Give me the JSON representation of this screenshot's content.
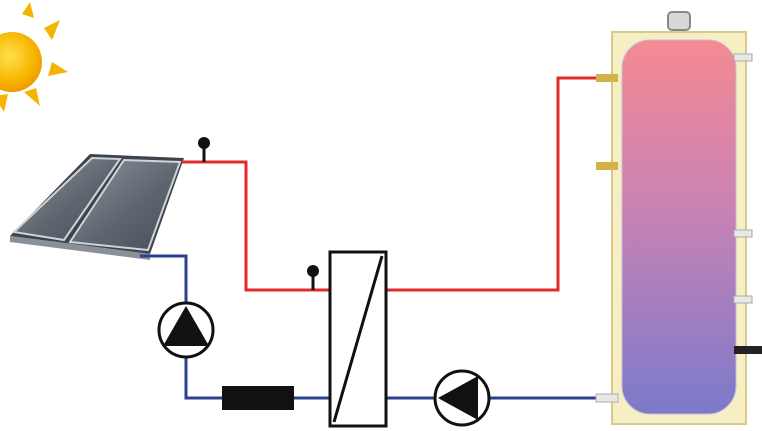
{
  "diagram": {
    "type": "solar-thermal-hot-water-schematic",
    "components": [
      {
        "id": "sun",
        "icon": "sun-icon"
      },
      {
        "id": "collector",
        "icon": "solar-collector-icon",
        "panels": 2
      },
      {
        "id": "vent-collector",
        "icon": "air-vent-icon"
      },
      {
        "id": "vent-pipe",
        "icon": "air-vent-icon"
      },
      {
        "id": "pump-primary",
        "icon": "pump-icon"
      },
      {
        "id": "expansion-unit",
        "icon": "expansion-vessel-icon"
      },
      {
        "id": "heat-exchanger",
        "icon": "heat-exchanger-icon"
      },
      {
        "id": "pump-secondary",
        "icon": "pump-icon"
      },
      {
        "id": "storage-tank",
        "icon": "storage-tank-icon"
      }
    ],
    "colors": {
      "hot_pipe": "#e12a2a",
      "cold_pipe": "#2d3f8f",
      "tank_top": "#f38a94",
      "tank_bottom": "#7f78c8",
      "tank_jacket": "#f6efc4",
      "sun": "#f5b400",
      "collector": "#6c7480",
      "component_fill": "#111111"
    }
  }
}
